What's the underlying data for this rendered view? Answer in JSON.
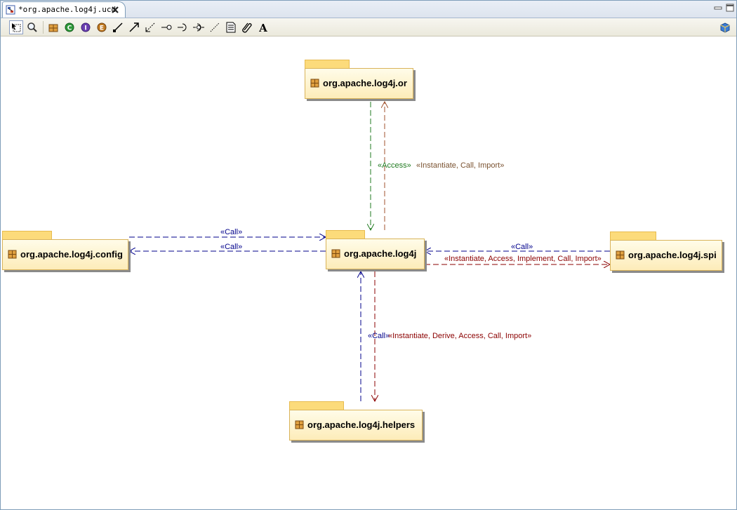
{
  "editor": {
    "tab_title": "*org.apache.log4j.ucd",
    "icons": {
      "tab": "class-diagram-icon",
      "close": "close-icon",
      "minimize": "minimize-icon",
      "maximize": "maximize-icon",
      "perspective": "package-explorer-icon"
    }
  },
  "toolbar": {
    "tools": [
      "select-tool",
      "zoom-tool",
      "package-tool",
      "class-tool",
      "interface-tool",
      "enum-tool",
      "association-tool",
      "directed-association-tool",
      "dependency-tool",
      "lollipop-tool",
      "socket-tool",
      "assembly-tool",
      "note-link-tool",
      "note-tool",
      "constraint-tool",
      "text-tool"
    ],
    "active": "select-tool"
  },
  "diagram": {
    "packages": {
      "or": "org.apache.log4j.or",
      "main": "org.apache.log4j",
      "config": "org.apache.log4j.config",
      "spi": "org.apache.log4j.spi",
      "helpers": "org.apache.log4j.helpers"
    },
    "labels": {
      "or_access": "«Access»",
      "or_instantiate": "«Instantiate, Call, Import»",
      "config_call_1": "«Call»",
      "config_call_2": "«Call»",
      "spi_call": "«Call»",
      "spi_instantiate": "«Instantiate, Access, Implement, Call, Import»",
      "helpers_call": "«Call»",
      "helpers_instantiate": "«Instantiate, Derive, Access, Call, Import»"
    },
    "colors": {
      "package_tab": "#fcdb7b",
      "package_body": "#fdecb9",
      "blue_dep": "#00008b",
      "green_dep": "#1f7a1f",
      "brown_dep": "#a0522d",
      "red_dep": "#8b0000"
    }
  }
}
